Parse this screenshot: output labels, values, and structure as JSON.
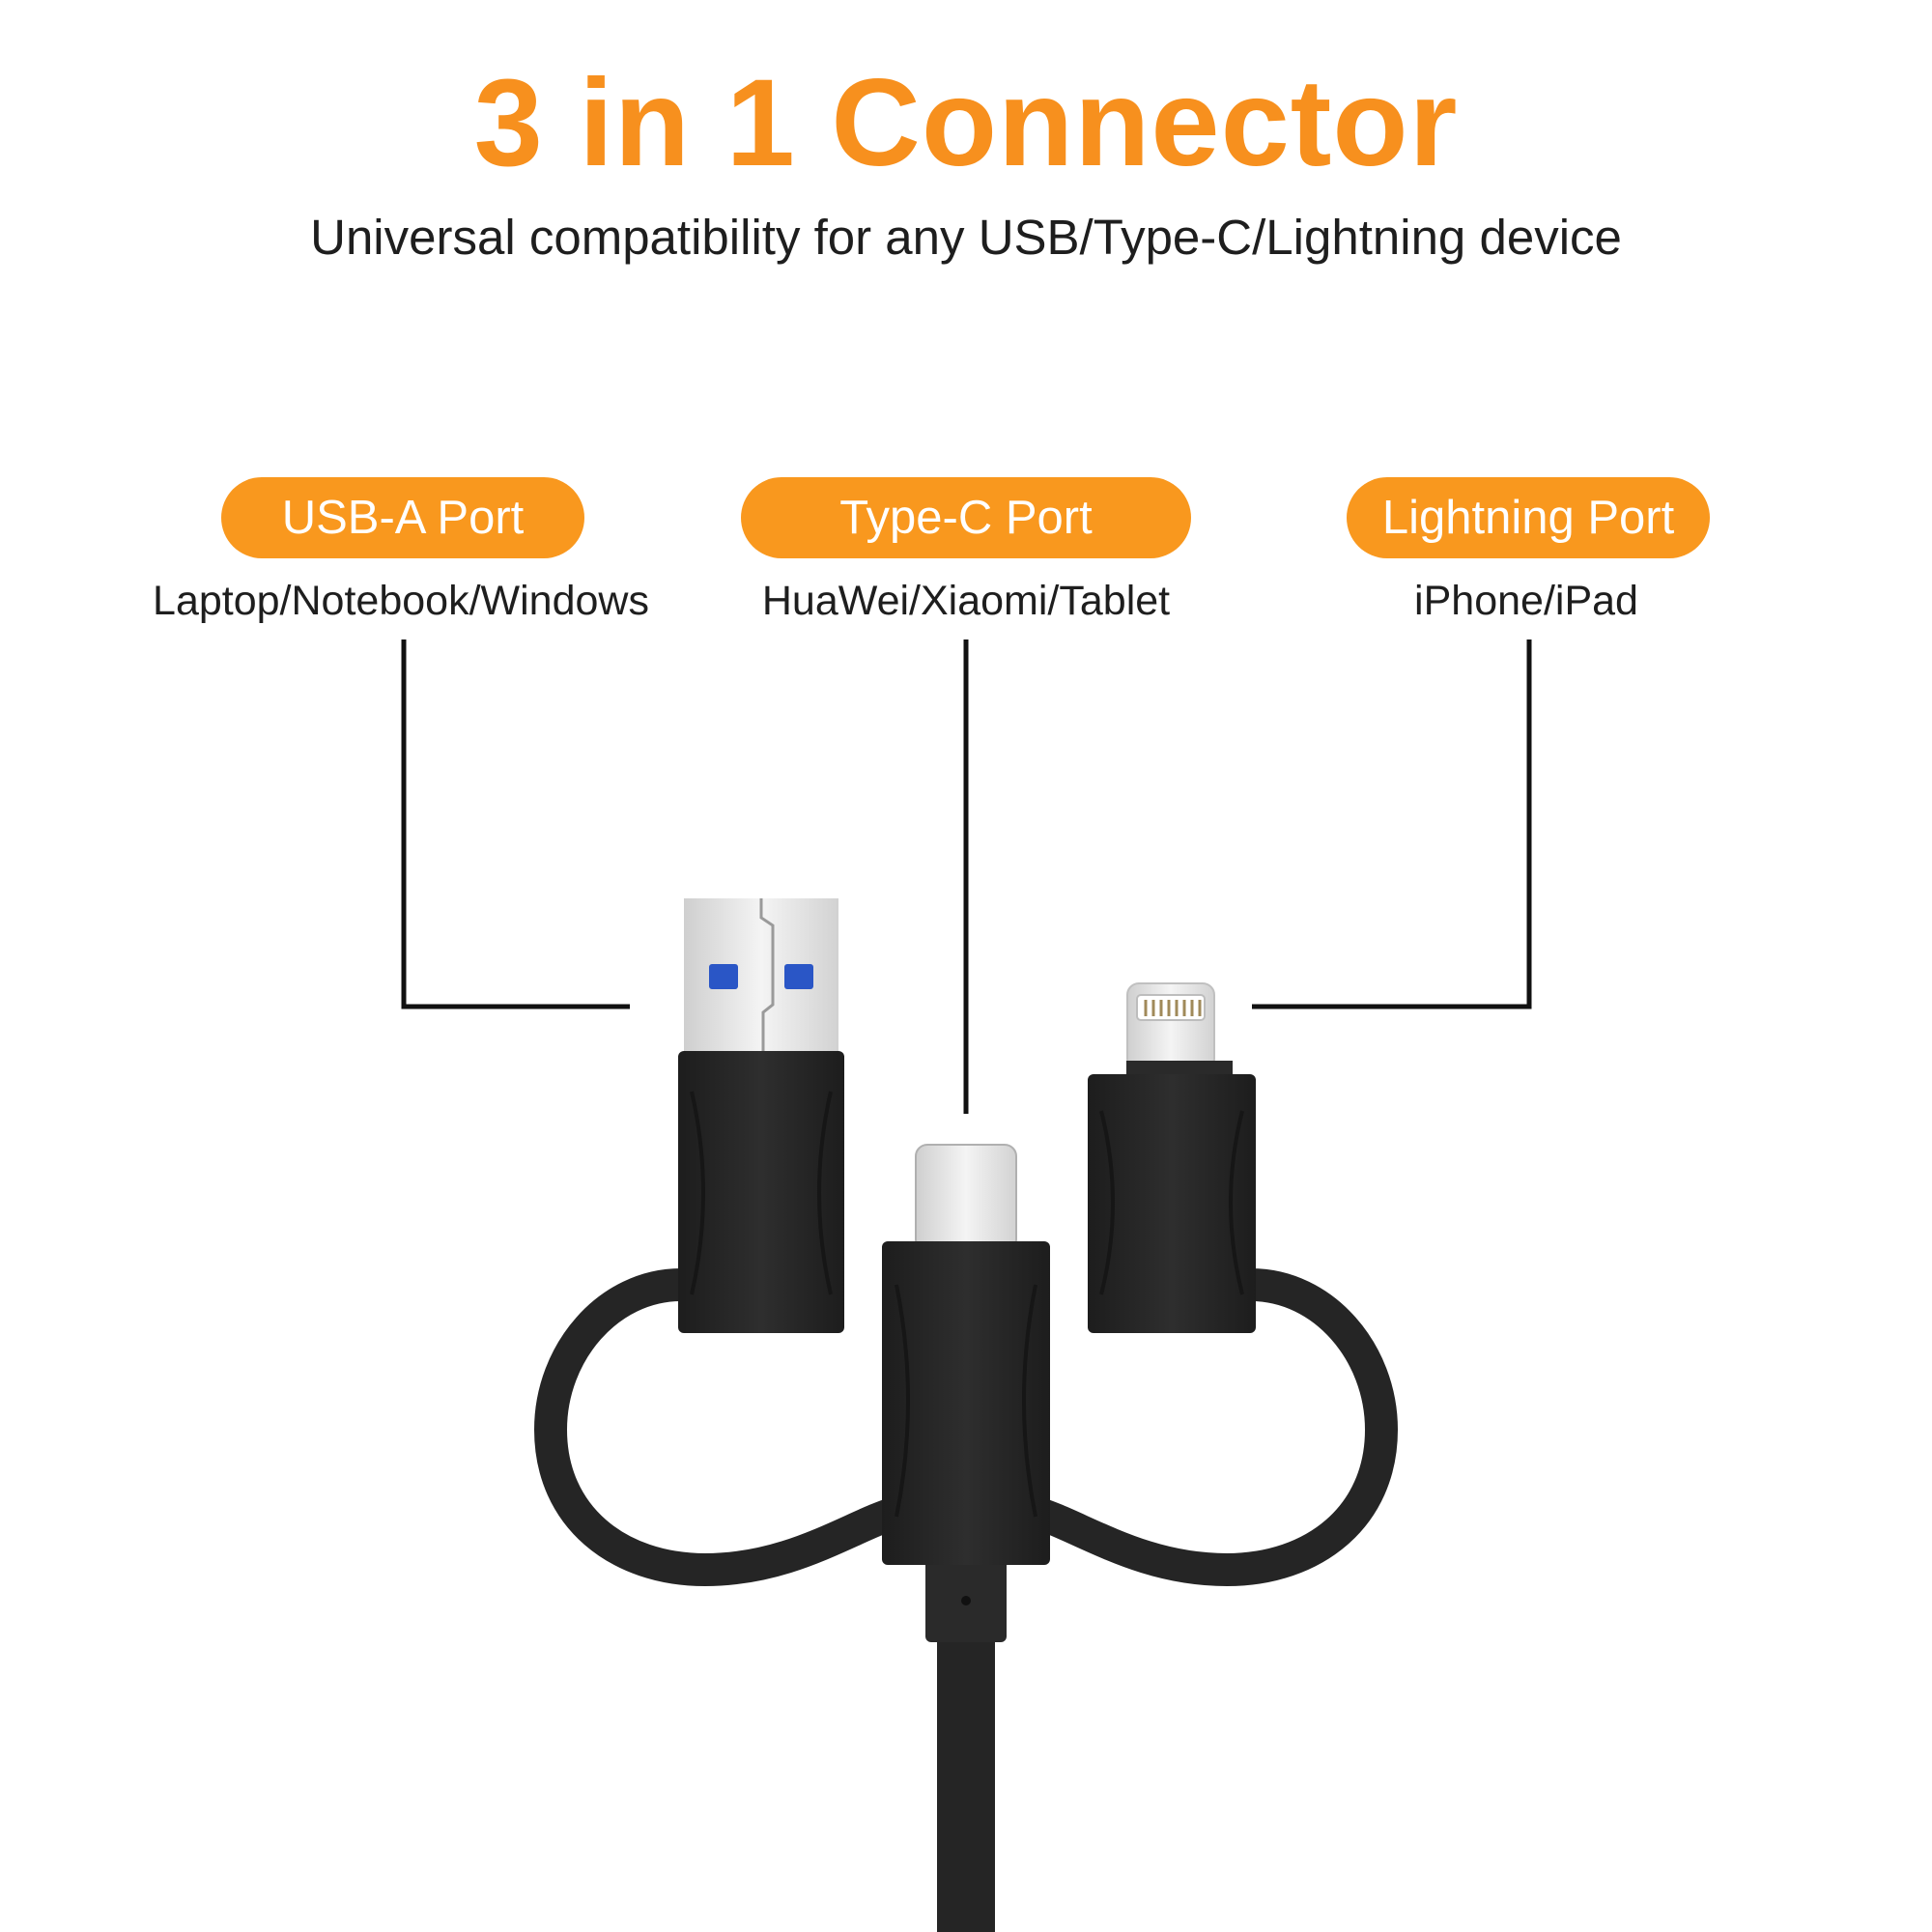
{
  "header": {
    "title": "3 in 1 Connector",
    "subtitle": "Universal compatibility for any USB/Type-C/Lightning device"
  },
  "ports": [
    {
      "label": "USB-A Port",
      "devices": "Laptop/Notebook/Windows"
    },
    {
      "label": "Type-C Port",
      "devices": "HuaWei/Xiaomi/Tablet"
    },
    {
      "label": "Lightning Port",
      "devices": "iPhone/iPad"
    }
  ],
  "colors": {
    "accent": "#f7901e",
    "pill": "#f9981e",
    "cable": "#252525",
    "usb_contact": "#2a56c6"
  }
}
